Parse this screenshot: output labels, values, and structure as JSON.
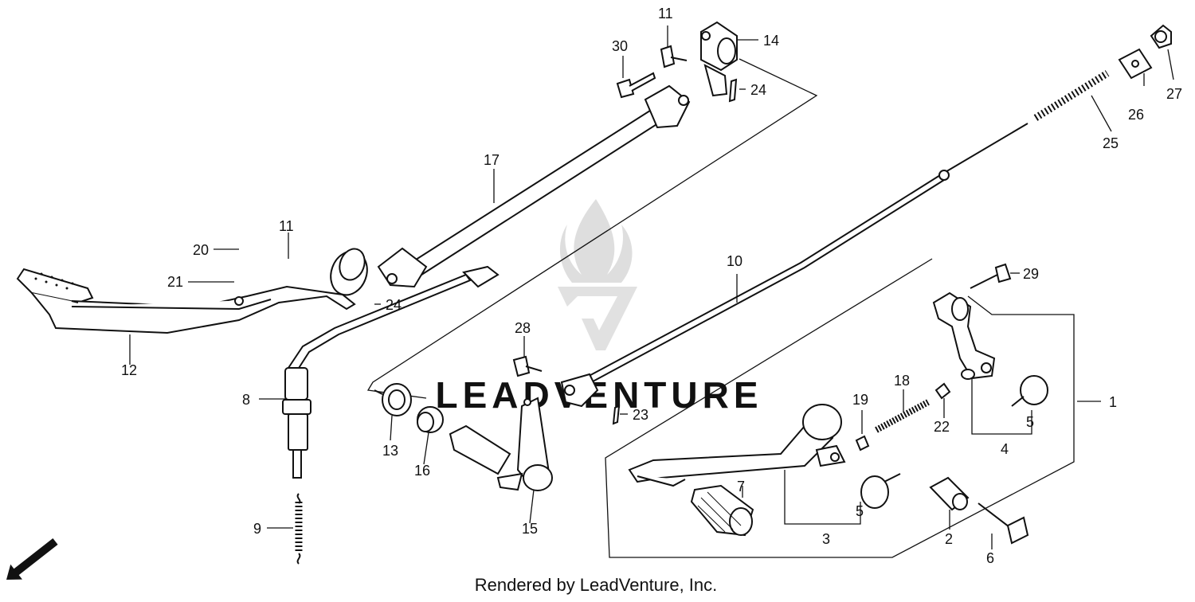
{
  "diagram": {
    "callouts": [
      "1",
      "2",
      "3",
      "4",
      "5",
      "5",
      "6",
      "7",
      "8",
      "9",
      "10",
      "11",
      "11",
      "12",
      "13",
      "14",
      "15",
      "16",
      "17",
      "18",
      "19",
      "20",
      "21",
      "22",
      "23",
      "24",
      "24",
      "25",
      "26",
      "27",
      "28",
      "29",
      "30"
    ],
    "watermark_text": "LEADVENTURE",
    "direction_label": "FWD",
    "footer": "Rendered by LeadVenture, Inc."
  },
  "colors": {
    "line": "#111111",
    "watermark": "#d8d8d8",
    "background": "#ffffff"
  },
  "icons": {
    "direction": "fwd-arrow-icon",
    "watermark": "flame-v-logo-icon"
  }
}
